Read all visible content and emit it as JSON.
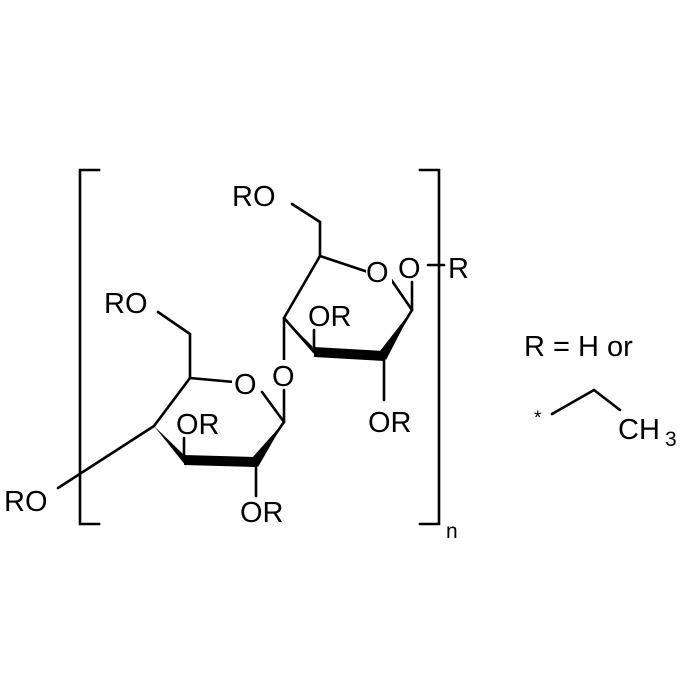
{
  "structure": {
    "labels": {
      "ro_top": "RO",
      "or_upper_ring_c3": "OR",
      "or_upper_ring_c2": "OR",
      "ro_left": "RO",
      "or_lower_ring_c3": "OR",
      "or_lower_ring_c2": "OR",
      "ro_bottom_left": "RO",
      "ring_oxygen": "O",
      "glycosidic_oxygen": "O",
      "anomeric_oxygen": "O",
      "anomeric_r": "R",
      "repeat_subscript": "n"
    },
    "definition": {
      "line1": "R = H or",
      "star": "*",
      "ch": "CH",
      "three": "3"
    }
  }
}
